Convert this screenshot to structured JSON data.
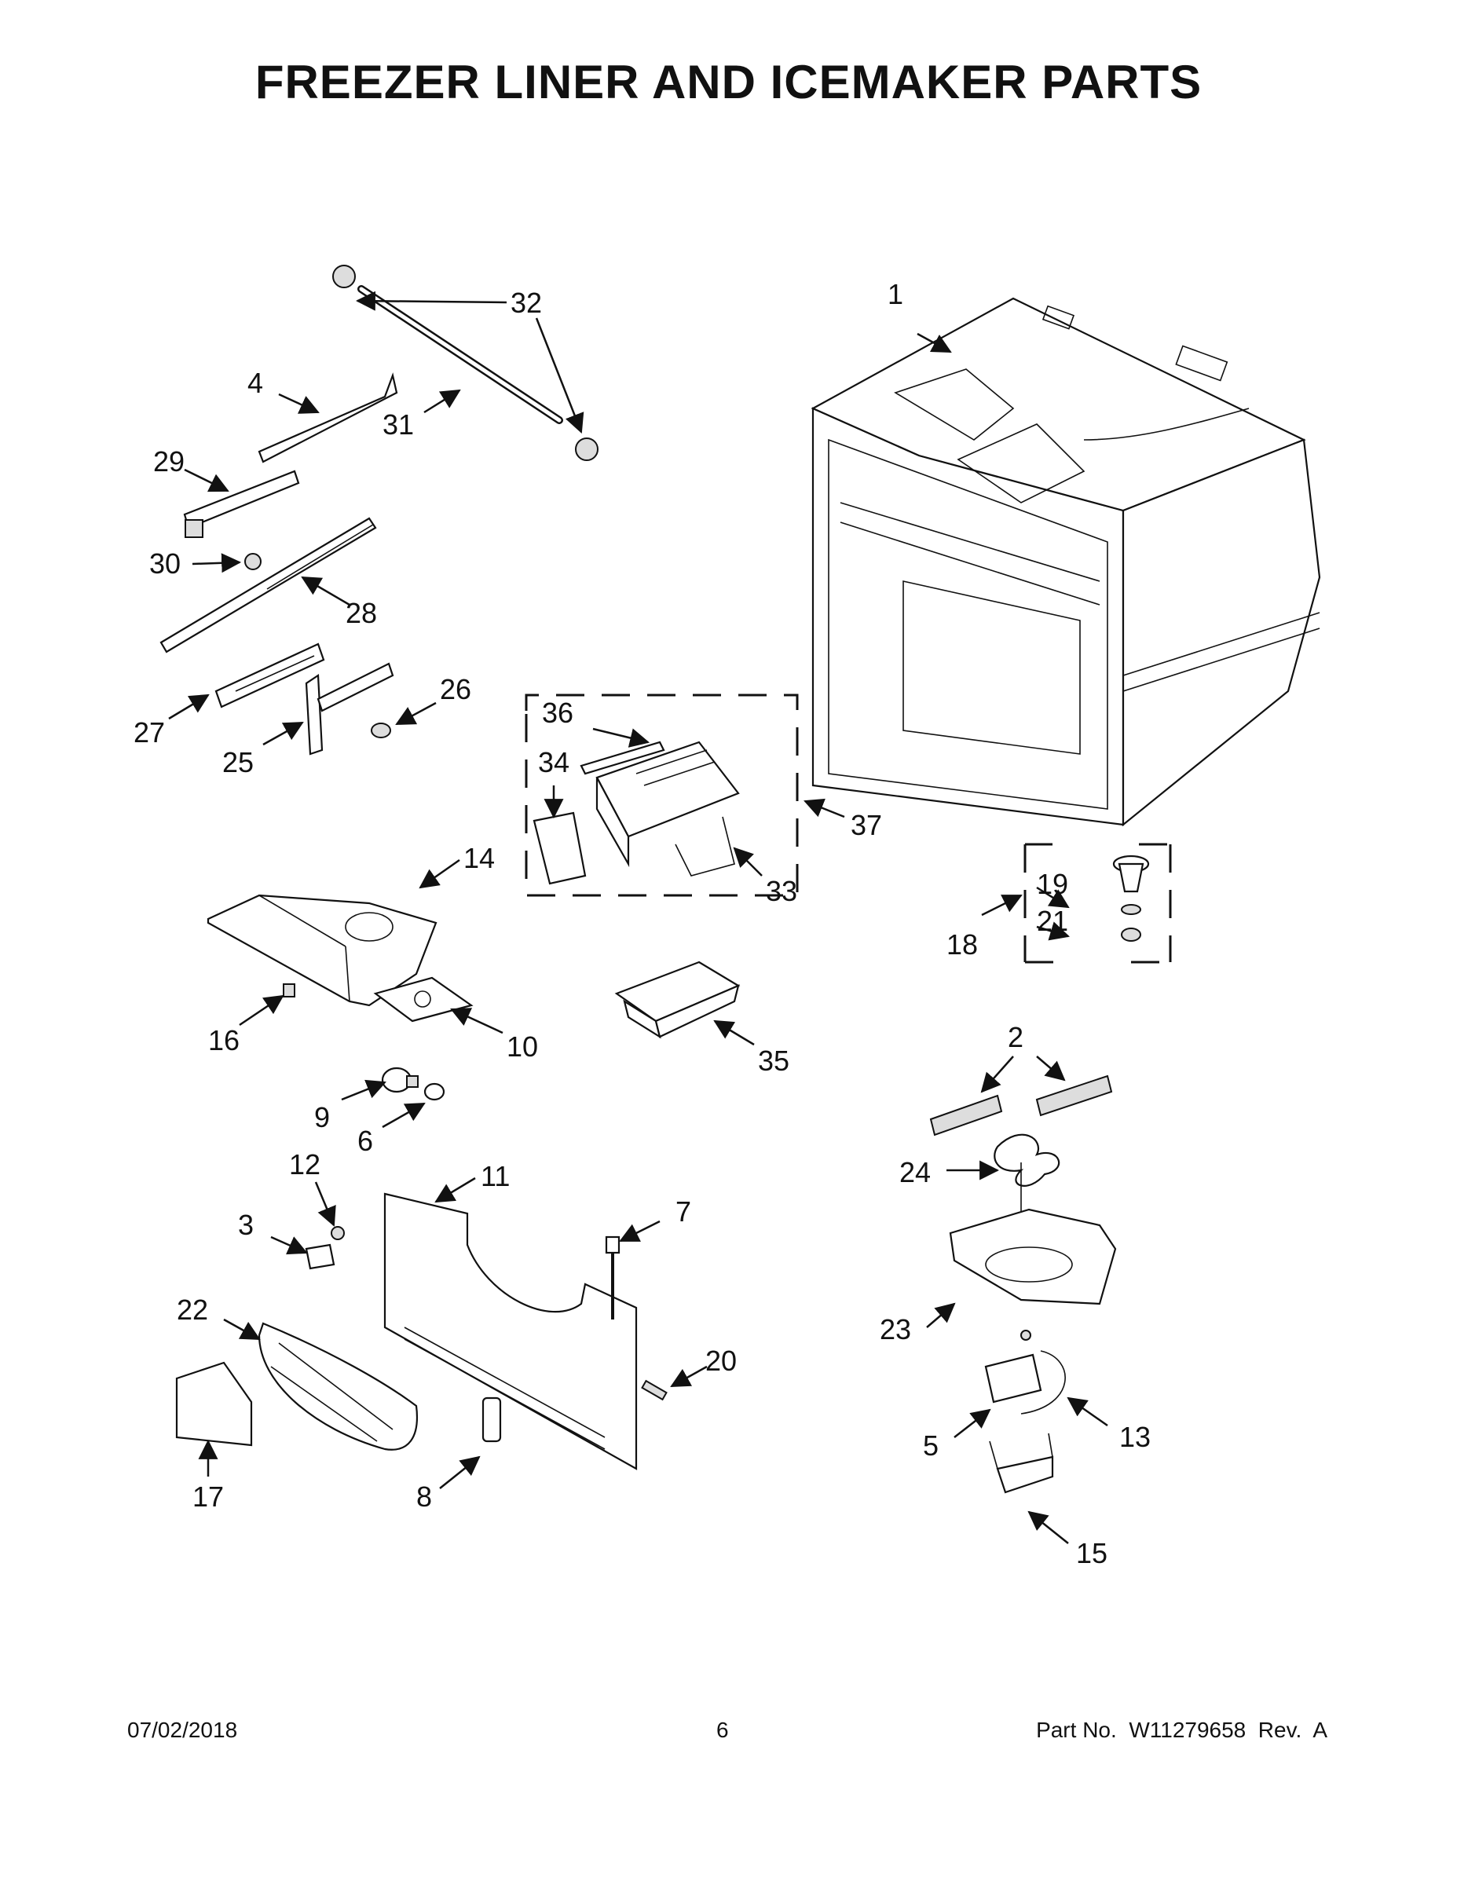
{
  "title": "FREEZER LINER AND ICEMAKER PARTS",
  "callouts": {
    "c1": "1",
    "c2": "2",
    "c3": "3",
    "c4": "4",
    "c5": "5",
    "c6": "6",
    "c7": "7",
    "c8": "8",
    "c9": "9",
    "c10": "10",
    "c11": "11",
    "c12": "12",
    "c13": "13",
    "c14": "14",
    "c15": "15",
    "c16": "16",
    "c17": "17",
    "c18": "18",
    "c19": "19",
    "c20": "20",
    "c21": "21",
    "c22": "22",
    "c23": "23",
    "c24": "24",
    "c25": "25",
    "c26": "26",
    "c27": "27",
    "c28": "28",
    "c29": "29",
    "c30": "30",
    "c31": "31",
    "c32": "32",
    "c33": "33",
    "c34": "34",
    "c35": "35",
    "c36": "36",
    "c37": "37"
  },
  "footer": {
    "date": "07/02/2018",
    "page": "6",
    "part": "Part No.  W11279658  Rev.  A"
  }
}
